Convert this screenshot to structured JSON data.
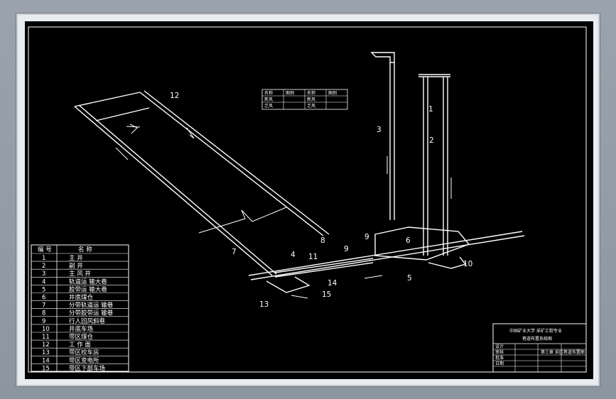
{
  "callouts": [
    "1",
    "2",
    "3",
    "4",
    "5",
    "6",
    "7",
    "8",
    "9",
    "9",
    "10",
    "11",
    "12",
    "13",
    "14",
    "15"
  ],
  "legend": {
    "header": [
      "编 号",
      "名 称"
    ],
    "rows": [
      [
        "1",
        "主 井"
      ],
      [
        "2",
        "副 井"
      ],
      [
        "3",
        "主 风 井"
      ],
      [
        "4",
        "轨道运 输大巷"
      ],
      [
        "5",
        "胶带运 输大巷"
      ],
      [
        "6",
        "井底煤仓"
      ],
      [
        "7",
        "分带轨道运 输巷"
      ],
      [
        "8",
        "分带胶带运 输巷"
      ],
      [
        "9",
        "行人回风斜巷"
      ],
      [
        "10",
        "井底车场"
      ],
      [
        "11",
        "带区煤仓"
      ],
      [
        "12",
        "工 作 面"
      ],
      [
        "13",
        "带区绞车房"
      ],
      [
        "14",
        "带区变电所"
      ],
      [
        "15",
        "带区下部车场"
      ]
    ]
  },
  "symbol_table": {
    "header": [
      "名称",
      "图例",
      "名称",
      "图例"
    ],
    "rows": [
      [
        "新风",
        "",
        "新风",
        ""
      ],
      [
        "乏风",
        "",
        "乏风",
        ""
      ]
    ]
  },
  "title_block": {
    "school": "中国矿业大学 采矿工程专业",
    "subtitle": "巷道布置系统图",
    "drawing": "第三章 采区巷道布置图",
    "rows": [
      "设计",
      "审核",
      "批准",
      "日期"
    ]
  },
  "colors": {
    "line": "#ffffff",
    "background": "#000000",
    "frame": "#e9ecef",
    "desktop": "#8c96a1"
  }
}
